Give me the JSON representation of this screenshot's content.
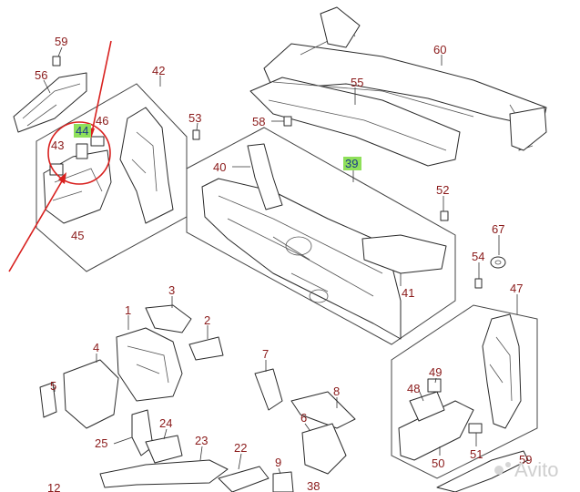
{
  "diagram": {
    "callouts": [
      {
        "id": "n59a",
        "label": "59"
      },
      {
        "id": "n56a",
        "label": "56"
      },
      {
        "id": "n42",
        "label": "42"
      },
      {
        "id": "n44",
        "label": "44",
        "highlight": true
      },
      {
        "id": "n46",
        "label": "46"
      },
      {
        "id": "n43",
        "label": "43"
      },
      {
        "id": "n45",
        "label": "45"
      },
      {
        "id": "n53",
        "label": "53"
      },
      {
        "id": "n58",
        "label": "58"
      },
      {
        "id": "n60",
        "label": "60"
      },
      {
        "id": "n55",
        "label": "55"
      },
      {
        "id": "n39",
        "label": "39",
        "highlight": true
      },
      {
        "id": "n40",
        "label": "40"
      },
      {
        "id": "n52",
        "label": "52"
      },
      {
        "id": "n67",
        "label": "67"
      },
      {
        "id": "n54",
        "label": "54"
      },
      {
        "id": "n47",
        "label": "47"
      },
      {
        "id": "n41",
        "label": "41"
      },
      {
        "id": "n1",
        "label": "1"
      },
      {
        "id": "n3",
        "label": "3"
      },
      {
        "id": "n2",
        "label": "2"
      },
      {
        "id": "n4",
        "label": "4"
      },
      {
        "id": "n5",
        "label": "5"
      },
      {
        "id": "n7",
        "label": "7"
      },
      {
        "id": "n8",
        "label": "8"
      },
      {
        "id": "n6",
        "label": "6"
      },
      {
        "id": "n49",
        "label": "49"
      },
      {
        "id": "n48",
        "label": "48"
      },
      {
        "id": "n51",
        "label": "51"
      },
      {
        "id": "n50",
        "label": "50"
      },
      {
        "id": "n24",
        "label": "24"
      },
      {
        "id": "n25",
        "label": "25"
      },
      {
        "id": "n23",
        "label": "23"
      },
      {
        "id": "n22",
        "label": "22"
      },
      {
        "id": "n9",
        "label": "9"
      },
      {
        "id": "n38",
        "label": "38"
      },
      {
        "id": "n12",
        "label": "12"
      },
      {
        "id": "n59b",
        "label": "59"
      }
    ],
    "annotation_color": "#d8201e",
    "highlight_color": "#8fe05a",
    "watermark": "Avito"
  }
}
